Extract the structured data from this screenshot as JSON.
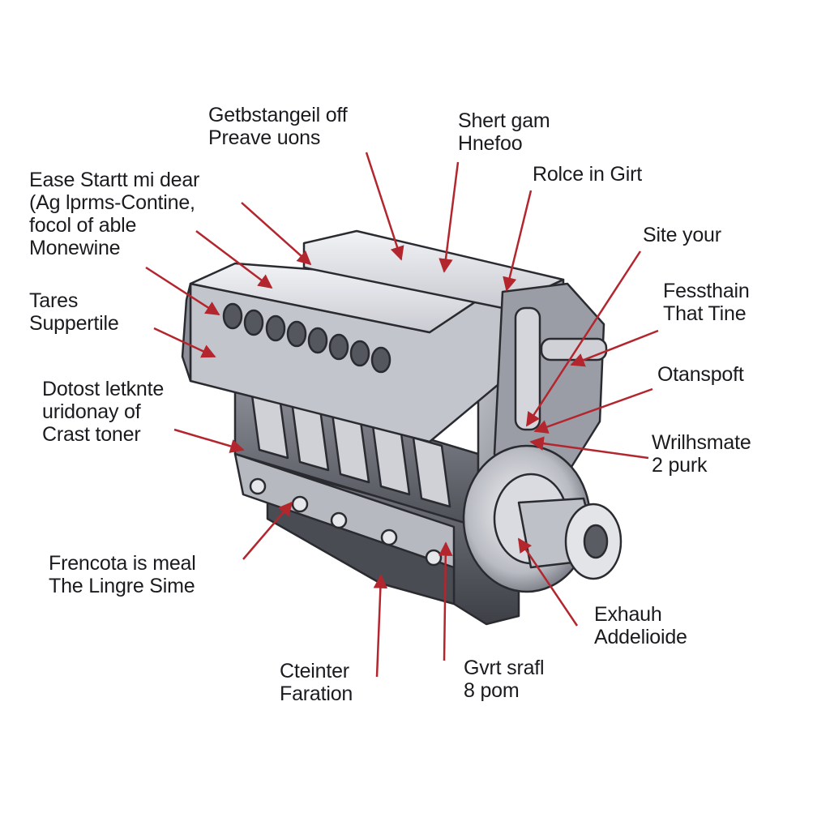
{
  "diagram": {
    "colors": {
      "leader_line": "#b3262e",
      "label_text": "#1b1b1f",
      "metal_light": "#e4e5ea",
      "metal_mid": "#a9abb4",
      "metal_dark": "#5c5e66",
      "outline": "#2a2b30"
    },
    "labels": [
      {
        "id": "l1",
        "lines": [
          "Getbstangeil off",
          "Preave uons"
        ]
      },
      {
        "id": "l2",
        "lines": [
          "Shert gam",
          "Hnefoo"
        ]
      },
      {
        "id": "l3",
        "lines": [
          "Rolce in Girt"
        ]
      },
      {
        "id": "l4",
        "lines": [
          "Ease Startt mi dear",
          "(Ag lprms-Contine,",
          "focol of able",
          "Monewine"
        ]
      },
      {
        "id": "l5",
        "lines": [
          "Site your"
        ]
      },
      {
        "id": "l6",
        "lines": [
          "Tares",
          "Suppertile"
        ]
      },
      {
        "id": "l7",
        "lines": [
          "Fessthain",
          "That Tine"
        ]
      },
      {
        "id": "l8",
        "lines": [
          "Dotost letknte",
          "uridonay of",
          "Crast toner"
        ]
      },
      {
        "id": "l9",
        "lines": [
          "Otanspoft"
        ]
      },
      {
        "id": "l10",
        "lines": [
          "Wrilhsmate",
          "2 purk"
        ]
      },
      {
        "id": "l11",
        "lines": [
          "Frencota is meal",
          "The Lingre Sime"
        ]
      },
      {
        "id": "l12",
        "lines": [
          "Exhauh",
          "Addelioide"
        ]
      },
      {
        "id": "l13",
        "lines": [
          "Cteinter",
          "Faration"
        ]
      },
      {
        "id": "l14",
        "lines": [
          "Gvrt srafl",
          "8 pom"
        ]
      }
    ]
  }
}
